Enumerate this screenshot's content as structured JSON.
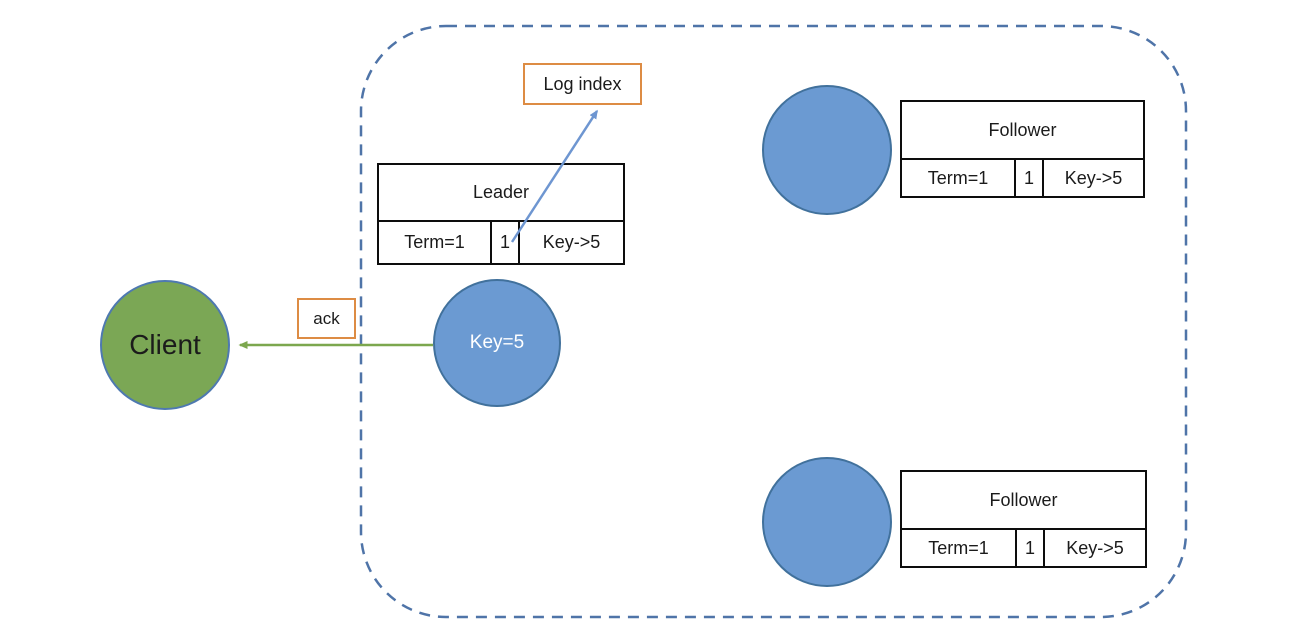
{
  "diagram": {
    "client": {
      "label": "Client"
    },
    "ack": {
      "label": "ack"
    },
    "log_index": {
      "label": "Log index"
    },
    "leader": {
      "title": "Leader",
      "cells": [
        "Term=1",
        "1",
        "Key->5"
      ]
    },
    "key_node": {
      "label": "Key=5"
    },
    "followers": [
      {
        "title": "Follower",
        "cells": [
          "Term=1",
          "1",
          "Key->5"
        ]
      },
      {
        "title": "Follower",
        "cells": [
          "Term=1",
          "1",
          "Key->5"
        ]
      }
    ],
    "colors": {
      "client_fill": "#7BA755",
      "client_border": "#4E79B0",
      "node_fill": "#6B9AD2",
      "node_border": "#41719C",
      "callout_border": "#DD8C44",
      "ack_arrow": "#7CA74E",
      "log_arrow": "#6E96D1",
      "cluster_border": "#4F74A8"
    }
  }
}
